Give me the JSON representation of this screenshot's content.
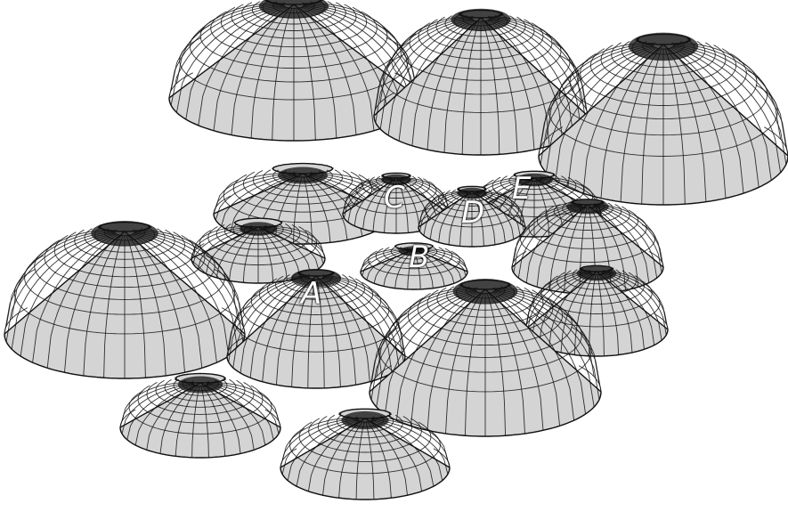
{
  "figure": {
    "colors": {
      "background": "#ffffff",
      "mesh_line": "#111111",
      "dome_fill": "#d4d4d4",
      "dome_shade": "#6f6f6f",
      "label_text": "#ffffff"
    },
    "domes": [
      {
        "id": "back-left"
      },
      {
        "id": "back-middle"
      },
      {
        "id": "back-right"
      },
      {
        "id": "middle-left"
      },
      {
        "id": "label-c"
      },
      {
        "id": "label-e"
      },
      {
        "id": "label-d"
      },
      {
        "id": "middle-right"
      },
      {
        "id": "left-small"
      },
      {
        "id": "label-b"
      },
      {
        "id": "right-lower"
      },
      {
        "id": "front-left-large"
      },
      {
        "id": "label-a"
      },
      {
        "id": "front-right-large"
      },
      {
        "id": "bottom-left-small"
      },
      {
        "id": "bottom-center-small"
      }
    ],
    "labels": {
      "a": "A",
      "b": "B",
      "c": "C",
      "d": "D",
      "e": "E"
    }
  }
}
